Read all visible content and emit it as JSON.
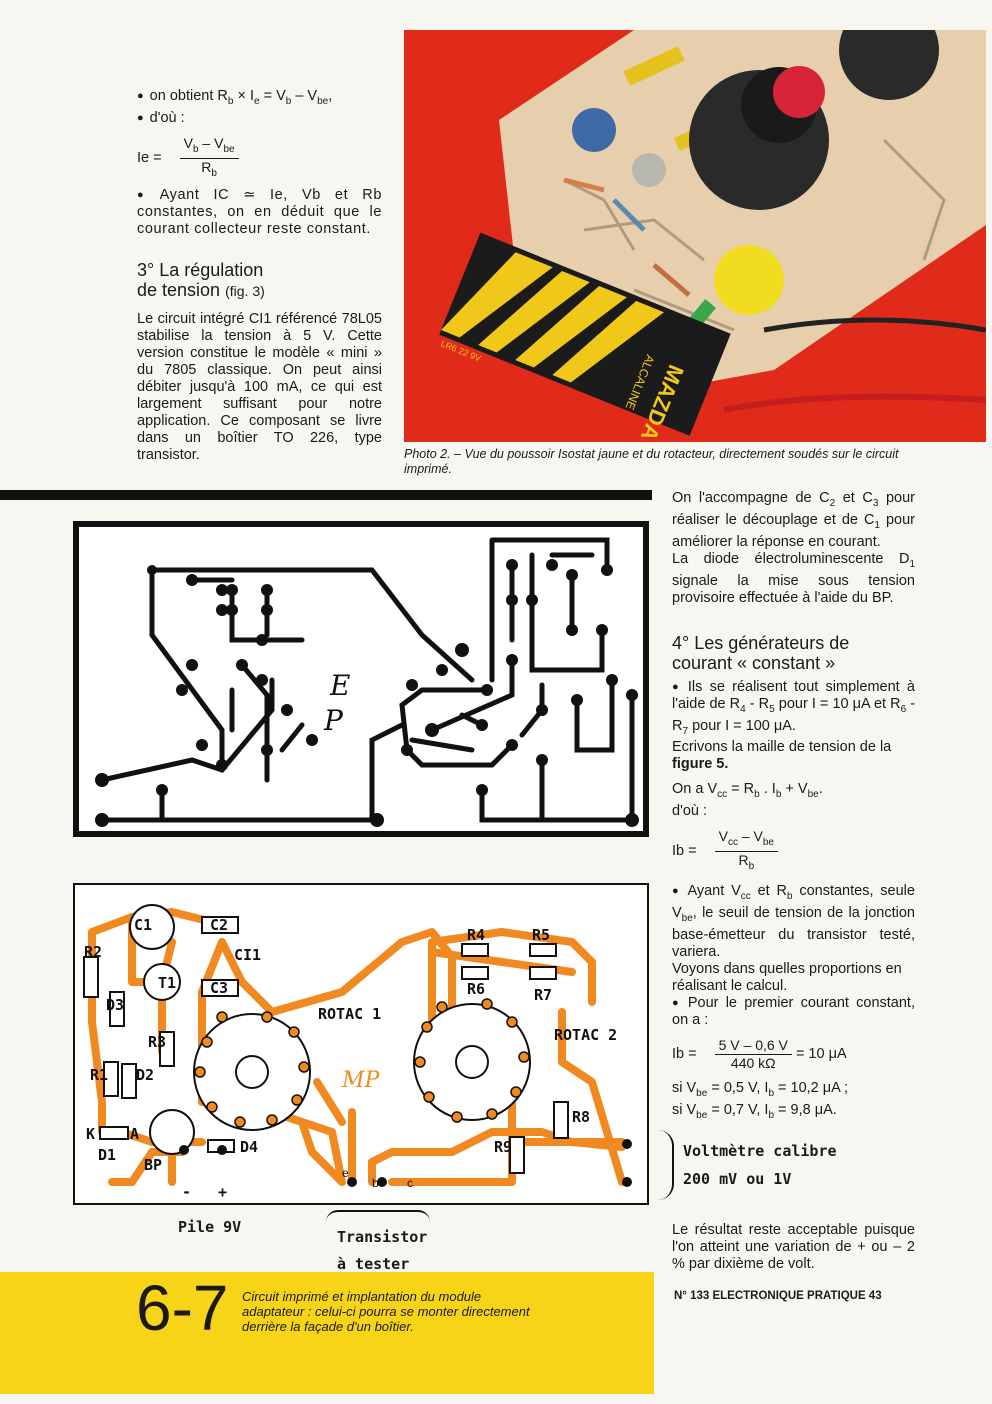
{
  "left_col": {
    "bullet1": "on obtient Rb × Ie = Vb – Vbe,",
    "bullet2": "d'où :",
    "formula_lhs": "Ie =",
    "formula_num": "Vb – Vbe",
    "formula_den": "Rb",
    "para1": "Ayant IC ≃ Ie, Vb et Rb constantes, on en déduit que le courant collecteur reste constant.",
    "heading_line1": "3° La régulation",
    "heading_line2": "de tension",
    "heading_fig": "(fig. 3)",
    "para2": "Le circuit intégré CI1 référencé 78L05 stabilise la tension à 5 V. Cette version constitue le modèle « mini » du 7805 classique. On peut ainsi débiter jusqu'à 100 mA, ce qui est largement suffisant pour notre application. Ce composant se livre dans un boîtier TO 226, type transistor."
  },
  "photo": {
    "caption": "Photo 2. – Vue du poussoir Isostat jaune et du rotacteur, directement soudés sur le circuit imprimé.",
    "battery_brand": "MAZDA",
    "battery_type": "ALCALINE",
    "battery_ref": "LR6 22 9V"
  },
  "right_col": {
    "para1": "On l'accompagne de C2 et C3 pour réaliser le découplage et de C1 pour améliorer la réponse en courant.",
    "para2": "La diode électroluminescente D1 signale la mise sous tension provisoire effectuée à l'aide du BP.",
    "heading_line1": "4° Les générateurs de",
    "heading_line2": "courant « constant »",
    "para3": "Ils se réalisent tout simplement à l'aide de R4 - R5 pour I = 10 μA et R6 - R7 pour I = 100 μA.",
    "para4": "Ecrivons la maille de tension de la",
    "para4_bold": "figure 5.",
    "eq1": "On a Vcc = Rb . Ib + Vbe.",
    "eq1b": "d'où :",
    "f2_lhs": "Ib =",
    "f2_num": "Vcc – Vbe",
    "f2_den": "Rb",
    "para5": "Ayant Vcc et Rb constantes, seule Vbe, le seuil de tension de la jonction base-émetteur du transistor testé, variera.",
    "para6": "Voyons dans quelles proportions en réalisant le calcul.",
    "para7": "Pour le premier courant constant, on a :",
    "f3_lhs": "Ib =",
    "f3_num": "5 V – 0,6 V",
    "f3_den": "440 kΩ",
    "f3_rhs": "= 10 μA",
    "res1": "si Vbe = 0,5 V, Ib = 10,2 μA ;",
    "res2": "si Vbe = 0,7 V, Ib = 9,8 μA.",
    "para8": "Le résultat reste acceptable puisque l'on atteint une variation de + ou – 2 % par dixième de volt."
  },
  "pcb_labels": {
    "E": "E",
    "P": "P"
  },
  "layout_labels": {
    "C1": "C1",
    "C2": "C2",
    "CI1": "CI1",
    "C3": "C3",
    "R2": "R2",
    "T1": "T1",
    "D3": "D3",
    "R3": "R3",
    "R1": "R1",
    "D2": "D2",
    "K": "K",
    "A": "A",
    "D1": "D1",
    "BP": "BP",
    "D4": "D4",
    "minus": "-",
    "plus": "+",
    "ROTAC1": "ROTAC 1",
    "ROTAC2": "ROTAC 2",
    "R4": "R4",
    "R5": "R5",
    "R6": "R6",
    "R7": "R7",
    "R8": "R8",
    "R9": "R9",
    "e": "e",
    "b": "b",
    "c": "c",
    "mp": "MP",
    "voltmetre1": "Voltmètre calibre",
    "voltmetre2": "200 mV ou 1V",
    "pile": "Pile 9V",
    "transistor1": "Transistor",
    "transistor2": "à tester"
  },
  "footer": {
    "fig_number": "6-7",
    "caption": "Circuit imprimé et implantation du module adaptateur : celui-ci pourra se monter directement derrière la façade d'un boîtier.",
    "page_ref": "N° 133 ELECTRONIQUE PRATIQUE 43"
  },
  "colors": {
    "orange_trace": "#f08a20",
    "yellow_band": "#f7d417",
    "photo_red": "#e02a1a"
  }
}
